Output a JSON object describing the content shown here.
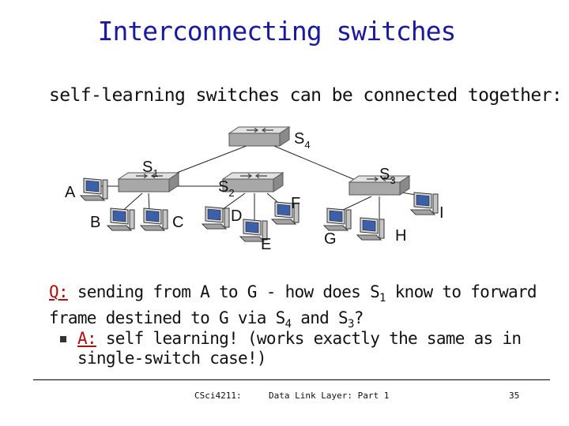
{
  "slide": {
    "title": "Interconnecting switches",
    "subtitle": "self-learning switches can be connected together:",
    "question_label": "Q:",
    "question_text_1": " sending from A to G - how does S",
    "question_sub_1": "1",
    "question_text_2": " know to forward frame destined to G via S",
    "question_sub_2": "4",
    "question_text_3": " and S",
    "question_sub_3": "3",
    "question_text_4": "?",
    "answer_label": "A:",
    "answer_text": " self learning! (works exactly the same as in single-switch case!)"
  },
  "diagram": {
    "switches": [
      {
        "id": "S4",
        "name": "S",
        "sub": "4"
      },
      {
        "id": "S1",
        "name": "S",
        "sub": "1"
      },
      {
        "id": "S2",
        "name": "S",
        "sub": "2"
      },
      {
        "id": "S3",
        "name": "S",
        "sub": "3"
      }
    ],
    "hosts": [
      "A",
      "B",
      "C",
      "D",
      "E",
      "F",
      "G",
      "H",
      "I"
    ]
  },
  "footer": {
    "course": "CSci4211:",
    "topic": "Data Link Layer: Part 1",
    "page": "35"
  }
}
